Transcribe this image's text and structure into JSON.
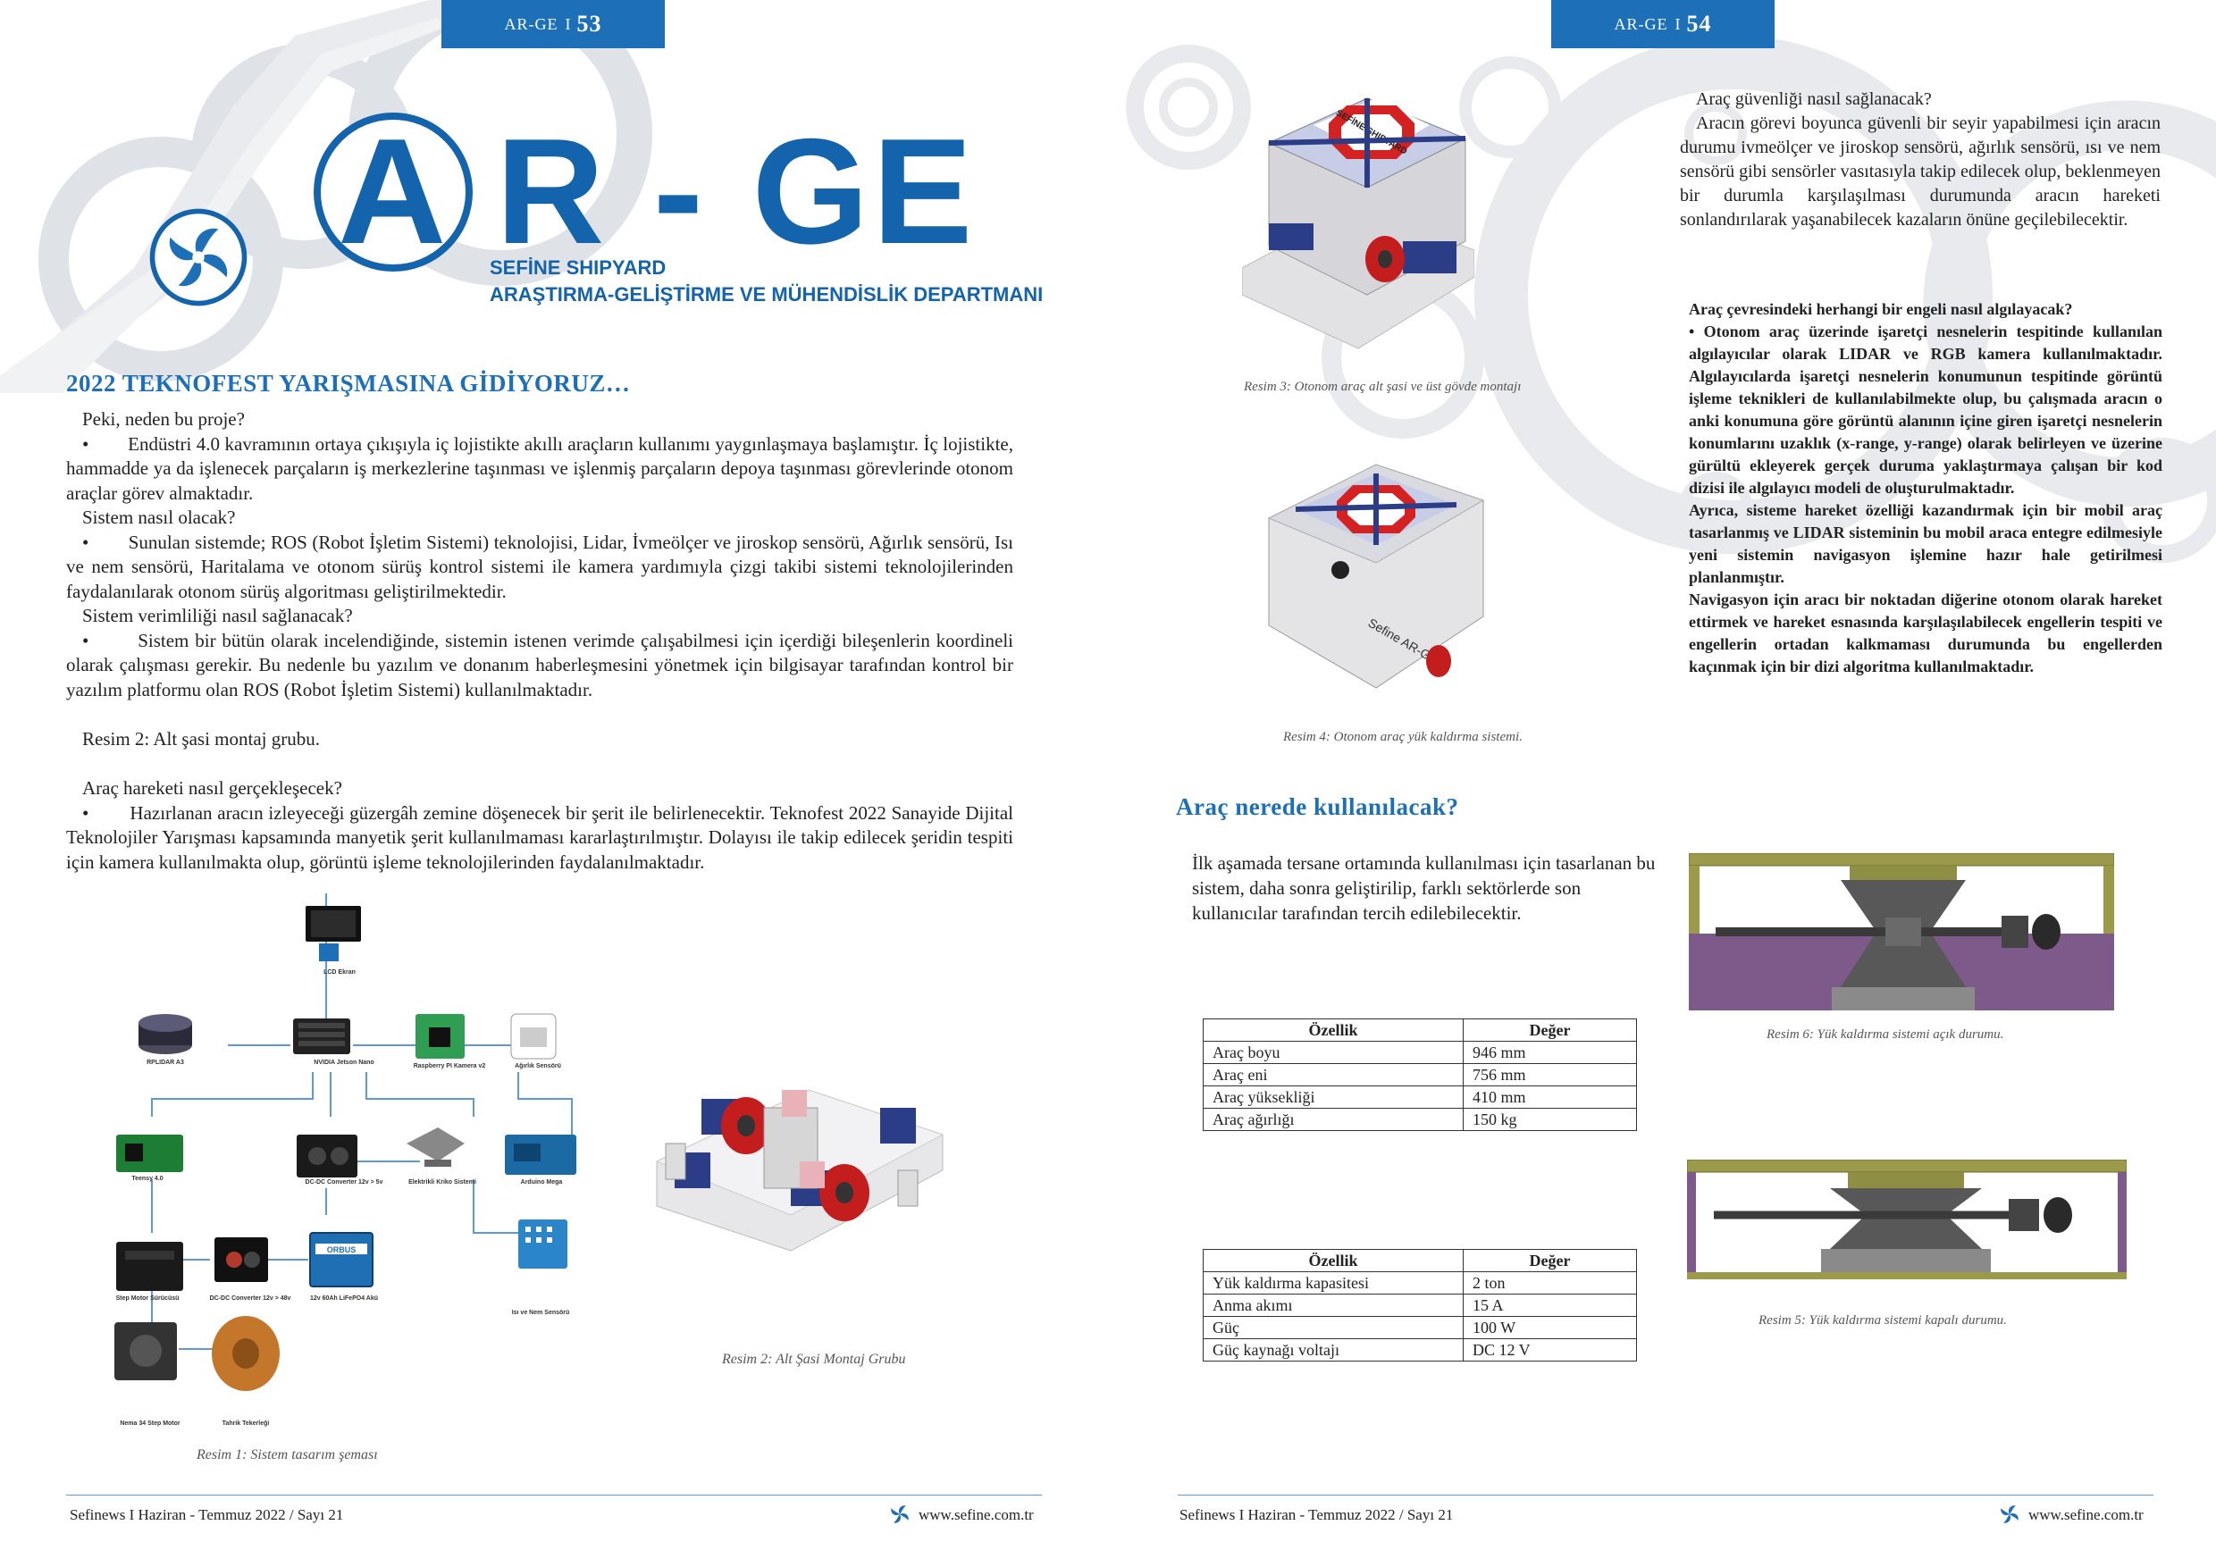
{
  "left": {
    "tab": {
      "label": "AR-GE",
      "sep": "I",
      "number": "53"
    },
    "header": {
      "title_letter_a": "A",
      "title_rest": "R - GE",
      "sub1": "SEFİNE SHIPYARD",
      "sub2": "ARAŞTIRMA-GELİŞTİRME VE MÜHENDİSLİK DEPARTMANI"
    },
    "heading": "2022 TEKNOFEST YARIŞMASINA GİDİYORUZ…",
    "paragraphs": [
      {
        "text": "Peki, neden bu proje?",
        "type": "q"
      },
      {
        "text": "•        Endüstri 4.0 kavramının ortaya çıkışıyla iç lojistikte akıllı araçların kullanımı yaygınlaşmaya başlamıştır. İç lojistikte, hammadde ya da işlenecek parçaların iş merkezlerine taşınması ve işlenmiş parçaların depoya taşınması görevlerinde otonom araçlar görev almaktadır.",
        "type": "b"
      },
      {
        "text": "Sistem nasıl olacak?",
        "type": "q"
      },
      {
        "text": "•        Sunulan sistemde; ROS (Robot İşletim Sistemi) teknolojisi, Lidar, İvmeölçer ve jiroskop sensörü, Ağırlık sensörü, Isı ve nem sensörü, Haritalama ve otonom sürüş kontrol sistemi ile kamera yardımıyla çizgi takibi sistemi teknolojilerinden faydalanılarak otonom sürüş algoritması geliştirilmektedir.",
        "type": "b"
      },
      {
        "text": "Sistem verimliliği nasıl sağlanacak?",
        "type": "q"
      },
      {
        "text": "•        Sistem bir bütün olarak incelendiğinde, sistemin istenen verimde çalışabilmesi için içerdiği bileşenlerin koordineli olarak çalışması gerekir. Bu nedenle bu yazılım ve donanım haberleşmesini yönetmek için bilgisayar tarafından kontrol bir yazılım platformu olan ROS (Robot İşletim Sistemi) kullanılmaktadır.",
        "type": "b"
      }
    ],
    "mid_caption": "Resim 2: Alt şasi montaj grubu.",
    "paragraphs2": [
      {
        "text": "Araç hareketi nasıl gerçekleşecek?",
        "type": "q"
      },
      {
        "text": "•        Hazırlanan aracın izleyeceği güzergâh zemine döşenecek bir şerit ile belirlenecektir. Teknofest 2022 Sanayide Dijital Teknolojiler Yarışması kapsamında manyetik şerit kullanılmaması kararlaştırılmıştır. Dolayısı ile takip edilecek şeridin tespiti için kamera kullanılmakta olup, görüntü işleme teknolojilerinden faydalanılmaktadır.",
        "type": "b"
      }
    ],
    "diagram": {
      "components": [
        {
          "label": "LCD Ekran"
        },
        {
          "label": "RPLIDAR A3"
        },
        {
          "label": "NVIDIA Jetson Nano"
        },
        {
          "label": "Raspberry PI Kamera v2"
        },
        {
          "label": "Ağırlık Sensörü"
        },
        {
          "label": "Teensy 4.0"
        },
        {
          "label": "DC-DC Converter 12v > 5v"
        },
        {
          "label": "Elektrikli Kriko Sistemi"
        },
        {
          "label": "Arduino Mega"
        },
        {
          "label": "Step Motor Sürücüsü"
        },
        {
          "label": "DC-DC Converter 12v > 48v"
        },
        {
          "label": "12v 60Ah LiFePO4 Akü"
        },
        {
          "label": "Isı ve Nem Sensörü"
        },
        {
          "label": "Nema 34 Step Motor"
        },
        {
          "label": "Tahrik Tekerleği"
        }
      ],
      "battery_brand": "ORBUS"
    },
    "caption1": "Resim 1: Sistem tasarım şeması",
    "caption2": "Resim 2: Alt Şasi Montaj Grubu",
    "footer": {
      "left": "Sefinews  I  Haziran - Temmuz  2022 / Sayı 21",
      "right": "www.sefine.com.tr"
    }
  },
  "right": {
    "tab": {
      "label": "AR-GE",
      "sep": "I",
      "number": "54"
    },
    "caption3": "Resim 3: Otonom araç alt şasi ve üst gövde montajı",
    "caption4": "Resim 4: Otonom araç yük kaldırma sistemi.",
    "robot_label_top": "SEFİNE SHIPYARD",
    "robot_label_side": "Sefine AR-GE",
    "para_right_1": [
      {
        "text": "Araç güvenliği nasıl sağlanacak?",
        "type": "q"
      },
      {
        "text": "Aracın görevi boyunca güvenli bir seyir yapabilmesi için aracın durumu ivmeölçer ve jiroskop sensörü, ağırlık sensörü, ısı ve nem sensörü gibi sensörler vasıtasıyla takip edilecek olup, beklenmeyen bir durumla karşılaşılması durumunda aracın hareketi sonlandırılarak yaşanabilecek kazaların önüne geçilebilecektir.",
        "type": "i"
      }
    ],
    "para_right_2": [
      "Araç çevresindeki herhangi bir engeli nasıl algılayacak?",
      "• Otonom araç üzerinde işaretçi nesnelerin tespitinde kullanılan algılayıcılar olarak LIDAR ve RGB kamera kullanılmaktadır. Algılayıcılarda işaretçi nesnelerin konumunun tespitinde görüntü işleme teknikleri de kullanılabilmekte olup, bu çalışmada aracın o anki konumuna göre görüntü alanının içine giren işaretçi nesnelerin konumlarını uzaklık (x-range, y-range) olarak belirleyen ve üzerine gürültü ekleyerek gerçek duruma yaklaştırmaya çalışan bir kod dizisi ile algılayıcı modeli de oluşturulmaktadır.",
      "Ayrıca, sisteme hareket özelliği kazandırmak için bir mobil araç tasarlanmış ve LIDAR sisteminin bu mobil araca entegre edilmesiyle yeni sistemin navigasyon işlemine hazır hale getirilmesi planlanmıştır.",
      "Navigasyon için aracı bir noktadan diğerine otonom olarak hareket ettirmek ve hareket esnasında karşılaşılabilecek engellerin tespiti ve engellerin ortadan kalkmaması durumunda bu engellerden kaçınmak için bir dizi algoritma kullanılmaktadır."
    ],
    "heading": "Araç nerede kullanılacak?",
    "usage_text": "İlk aşamada tersane ortamında kullanılması için tasarlanan bu sistem, daha sonra geliştirilip, farklı sektörlerde son kullanıcılar tarafından tercih edilebilecektir.",
    "table1": {
      "headers": [
        "Özellik",
        "Değer"
      ],
      "rows": [
        [
          "Araç boyu",
          "946 mm"
        ],
        [
          "Araç eni",
          "756 mm"
        ],
        [
          "Araç yüksekliği",
          "410 mm"
        ],
        [
          "Araç ağırlığı",
          "150 kg"
        ]
      ]
    },
    "table2": {
      "headers": [
        "Özellik",
        "Değer"
      ],
      "rows": [
        [
          "Yük kaldırma kapasitesi",
          "2 ton"
        ],
        [
          "Anma akımı",
          "15 A"
        ],
        [
          "Güç",
          "100 W"
        ],
        [
          "Güç kaynağı voltajı",
          "DC 12 V"
        ]
      ]
    },
    "caption6": "Resim 6: Yük kaldırma sistemi açık durumu.",
    "caption5": "Resim 5: Yük kaldırma sistemi kapalı durumu.",
    "footer": {
      "left": "Sefinews  I  Haziran - Temmuz 2022 / Sayı 21",
      "right": "www.sefine.com.tr"
    }
  },
  "colors": {
    "accent": "#1d6fb8",
    "title": "#1463ad",
    "gear": "#e3e5e8"
  }
}
